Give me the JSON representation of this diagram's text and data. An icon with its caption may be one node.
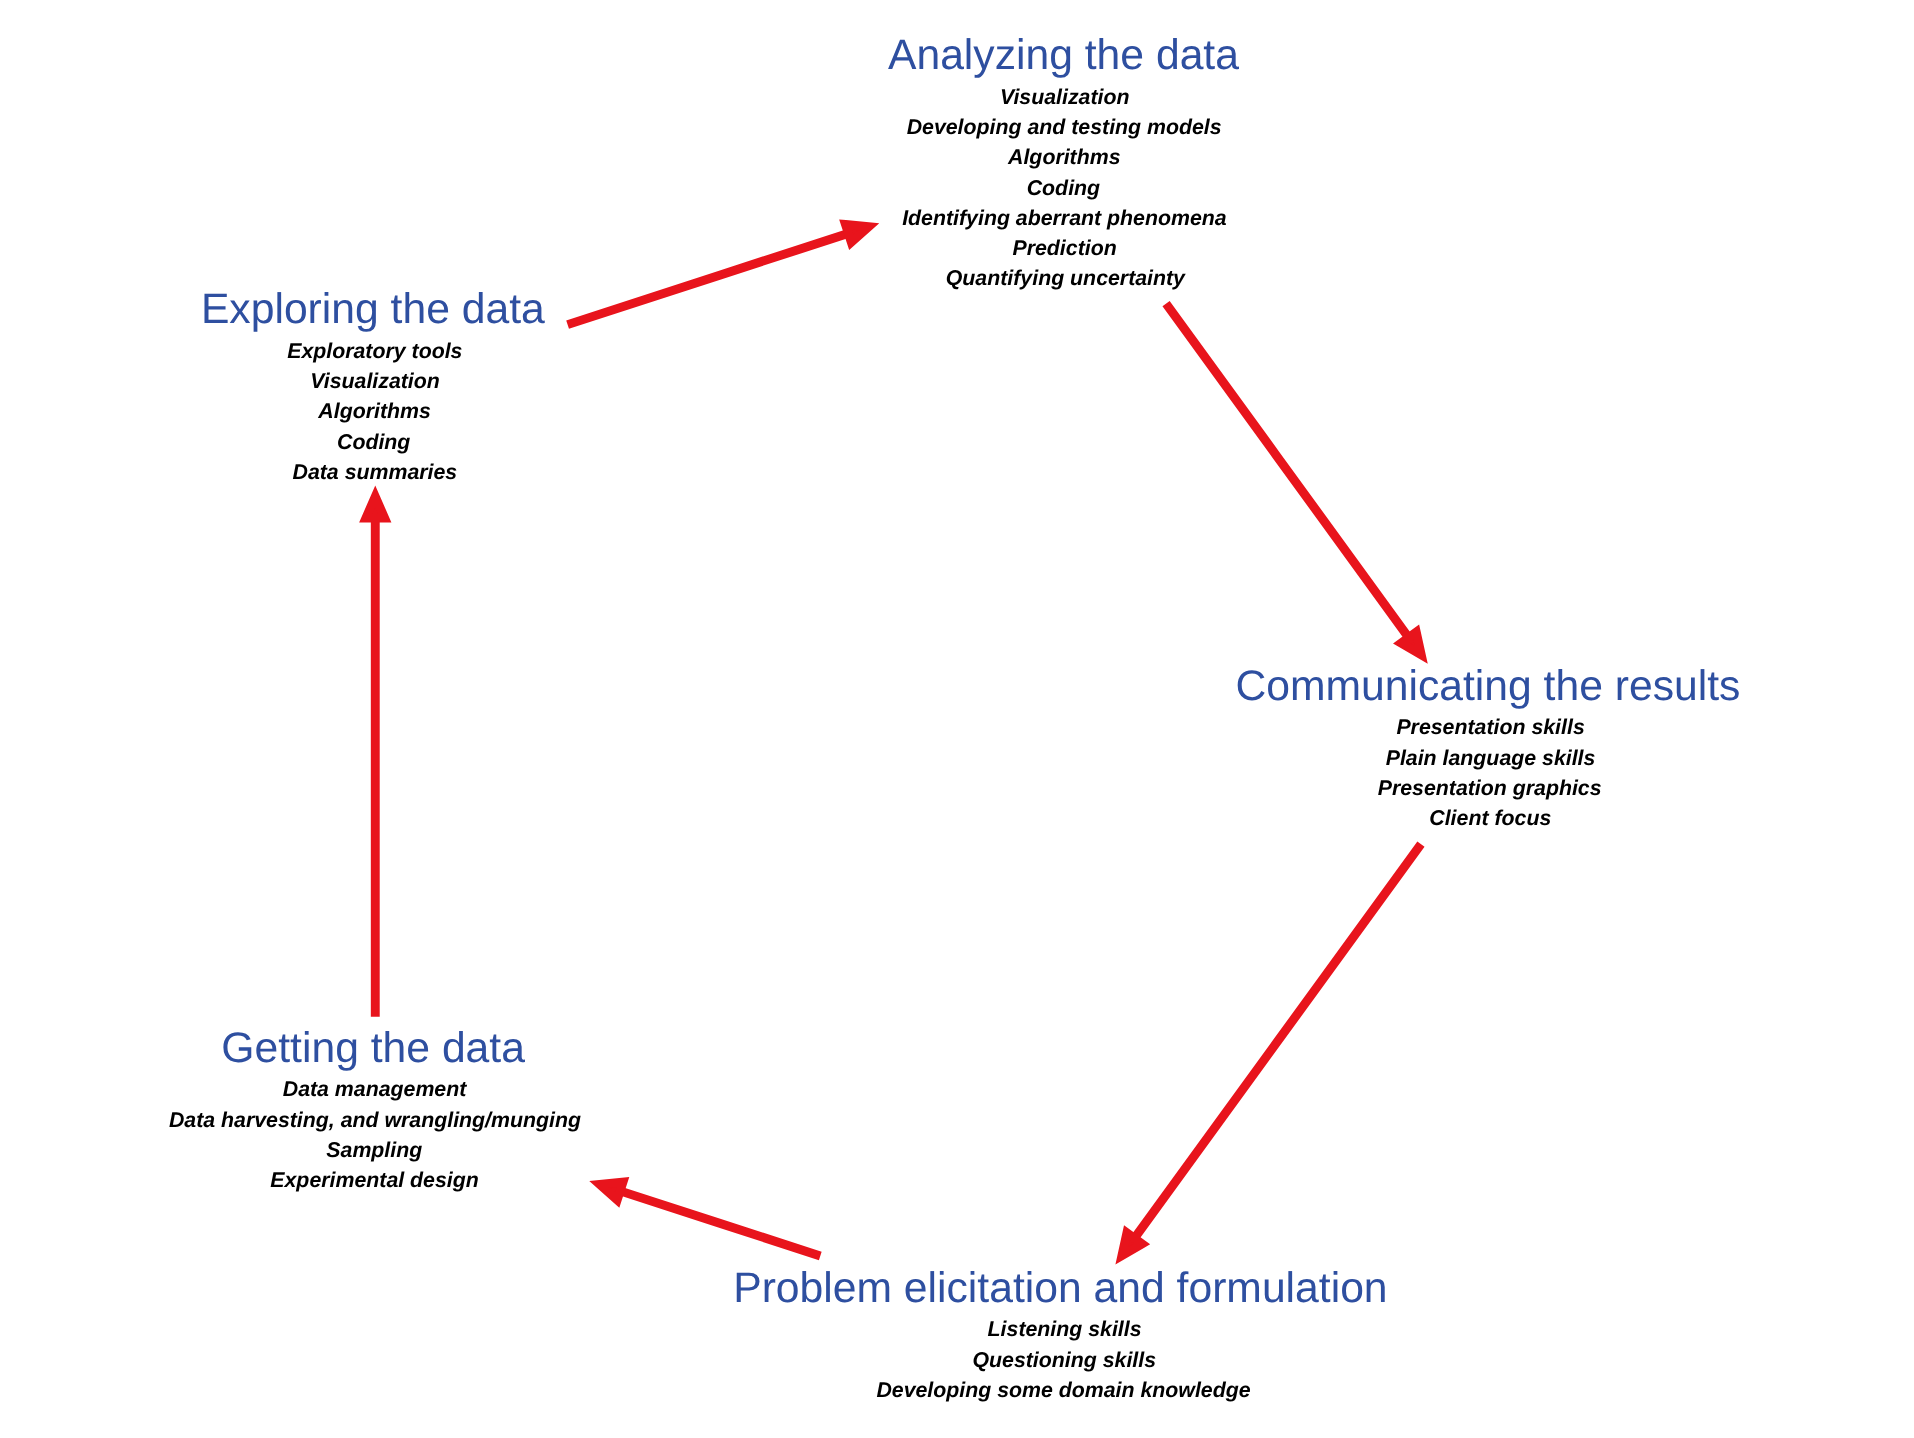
{
  "diagram": {
    "nodes": [
      {
        "text": [
          "Getting the data"
        ],
        "beside": [
          "Data management",
          "Data harvesting, and wrangling/munging",
          "Sampling",
          "Experimental design"
        ]
      },
      {
        "text": [
          "Exploring the data"
        ],
        "beside": [
          "Exploratory tools",
          "Visualization",
          "Algorithms",
          "Coding",
          "Data summaries"
        ]
      },
      {
        "text": [
          "Analyzing the data"
        ],
        "beside": [
          "Visualization",
          "Developing and testing models",
          "Algorithms",
          "Coding",
          "Identifying aberrant phenomena",
          "Prediction",
          "Quantifying uncertainty"
        ]
      },
      {
        "text": [
          "Communicating the results"
        ],
        "beside": [
          "Presentation skills",
          "Plain language skills",
          "Presentation graphics",
          "Client focus"
        ]
      },
      {
        "text": [
          "Problem elicitation and formulation"
        ],
        "beside": [
          "Listening skills",
          "Questioning skills",
          "Developing some domain knowledge"
        ]
      }
    ],
    "edges": [
      {
        "from": 0,
        "to": 1,
        "arrow": "to"
      },
      {
        "from": 1,
        "to": 2,
        "arrow": "to"
      },
      {
        "from": 2,
        "to": 3,
        "arrow": "to"
      },
      {
        "from": 3,
        "to": 4,
        "arrow": "to"
      },
      {
        "from": 4,
        "to": 0,
        "arrow": "to"
      }
    ]
  }
}
